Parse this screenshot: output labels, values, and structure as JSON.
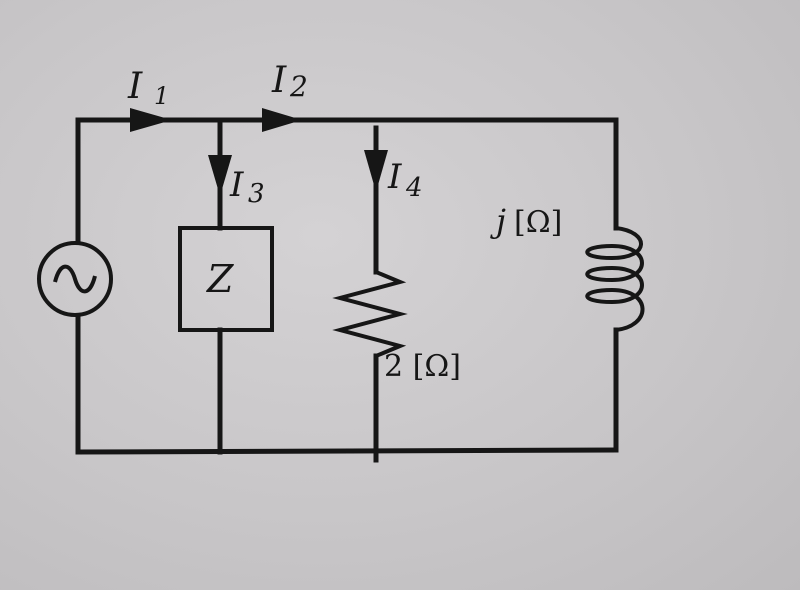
{
  "currents": {
    "i1": {
      "letter": "I",
      "sub": "1"
    },
    "i2": {
      "letter": "I",
      "sub": "2"
    },
    "i3": {
      "letter": "I",
      "sub": "3"
    },
    "i4": {
      "letter": "I",
      "sub": "4"
    }
  },
  "impedance": {
    "label": "Z"
  },
  "resistor": {
    "value": "2 [Ω]"
  },
  "inductor": {
    "prefix": "j",
    "unit": "[Ω]"
  },
  "source": {
    "type": "ac-source",
    "symbol": "~"
  }
}
